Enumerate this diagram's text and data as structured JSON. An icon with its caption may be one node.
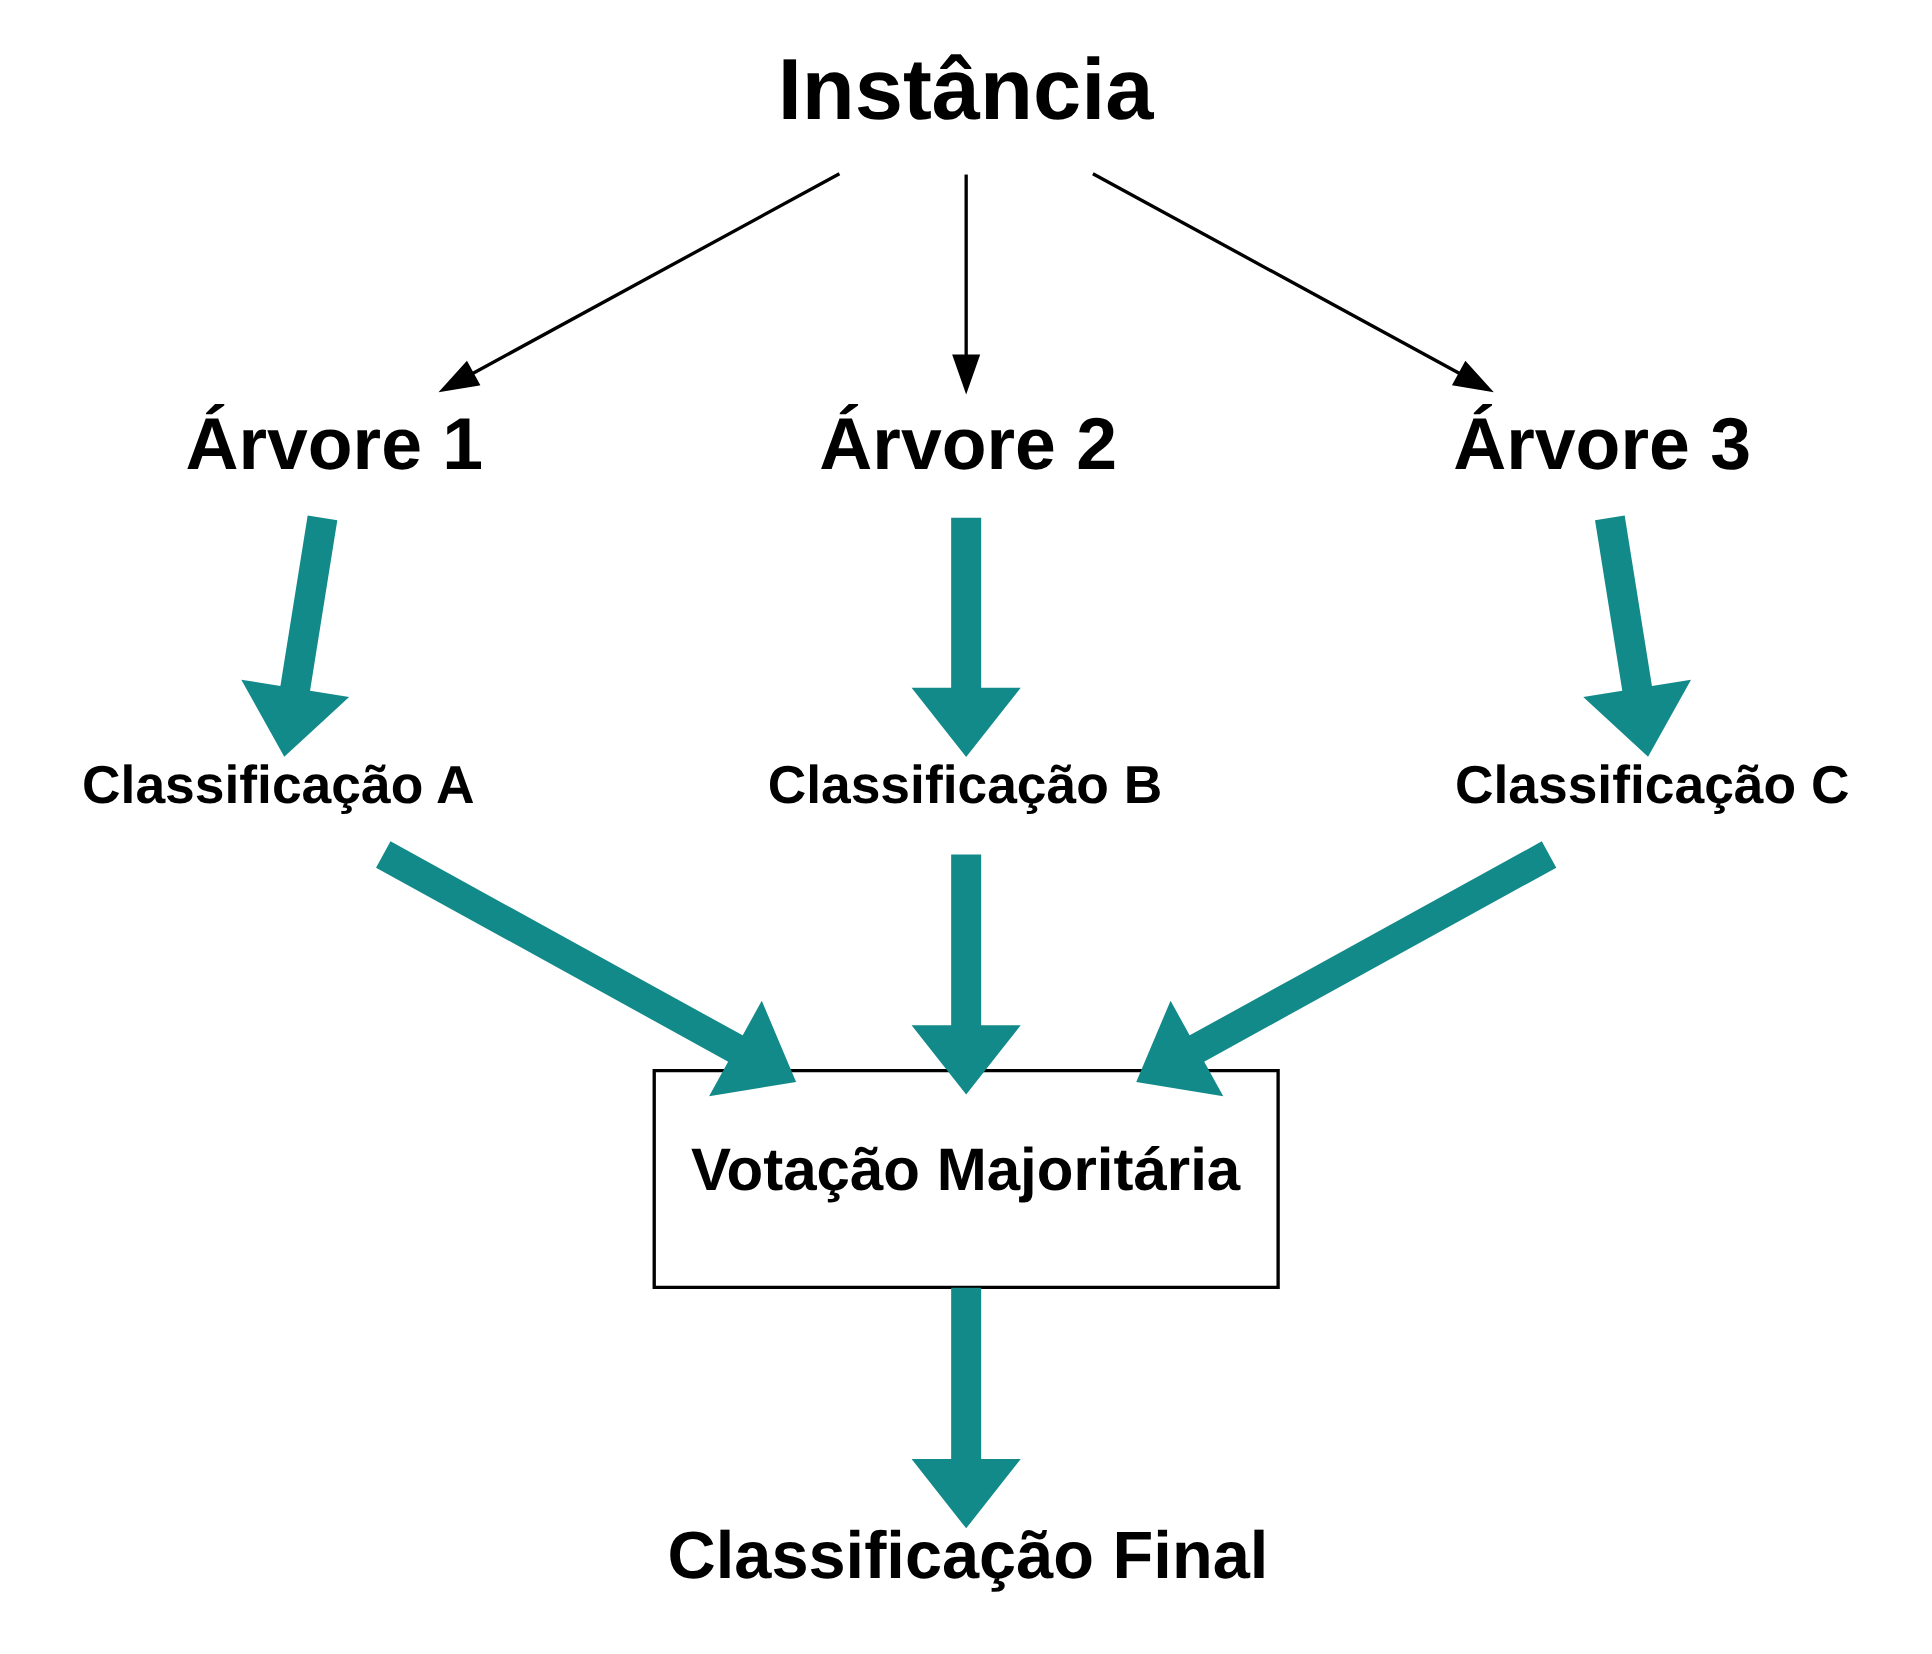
{
  "diagram": {
    "nodes": [
      {
        "text": [
          "Instância"
        ]
      },
      {
        "text": [
          "Árvore 1"
        ]
      },
      {
        "text": [
          "Árvore 2"
        ]
      },
      {
        "text": [
          "Árvore 3"
        ]
      },
      {
        "text": [
          "Classificação A"
        ]
      },
      {
        "text": [
          "Classificação B"
        ]
      },
      {
        "text": [
          "Classificação C"
        ]
      },
      {
        "text": [
          "Votação Majoritária"
        ]
      },
      {
        "text": [
          "Classificação Final"
        ]
      }
    ],
    "edges": [
      {
        "from": 0,
        "to": 1,
        "arrow": "to",
        "color": "#000000"
      },
      {
        "from": 0,
        "to": 2,
        "arrow": "to",
        "color": "#000000"
      },
      {
        "from": 0,
        "to": 3,
        "arrow": "to",
        "color": "#000000"
      },
      {
        "from": 1,
        "to": 4,
        "arrow": "to"
      },
      {
        "from": 2,
        "to": 5,
        "arrow": "to"
      },
      {
        "from": 3,
        "to": 6,
        "arrow": "to"
      },
      {
        "from": 4,
        "to": 7,
        "arrow": "to"
      },
      {
        "from": 5,
        "to": 7,
        "arrow": "to"
      },
      {
        "from": 6,
        "to": 7,
        "arrow": "to"
      },
      {
        "from": 7,
        "to": 8,
        "arrow": "to"
      }
    ]
  }
}
